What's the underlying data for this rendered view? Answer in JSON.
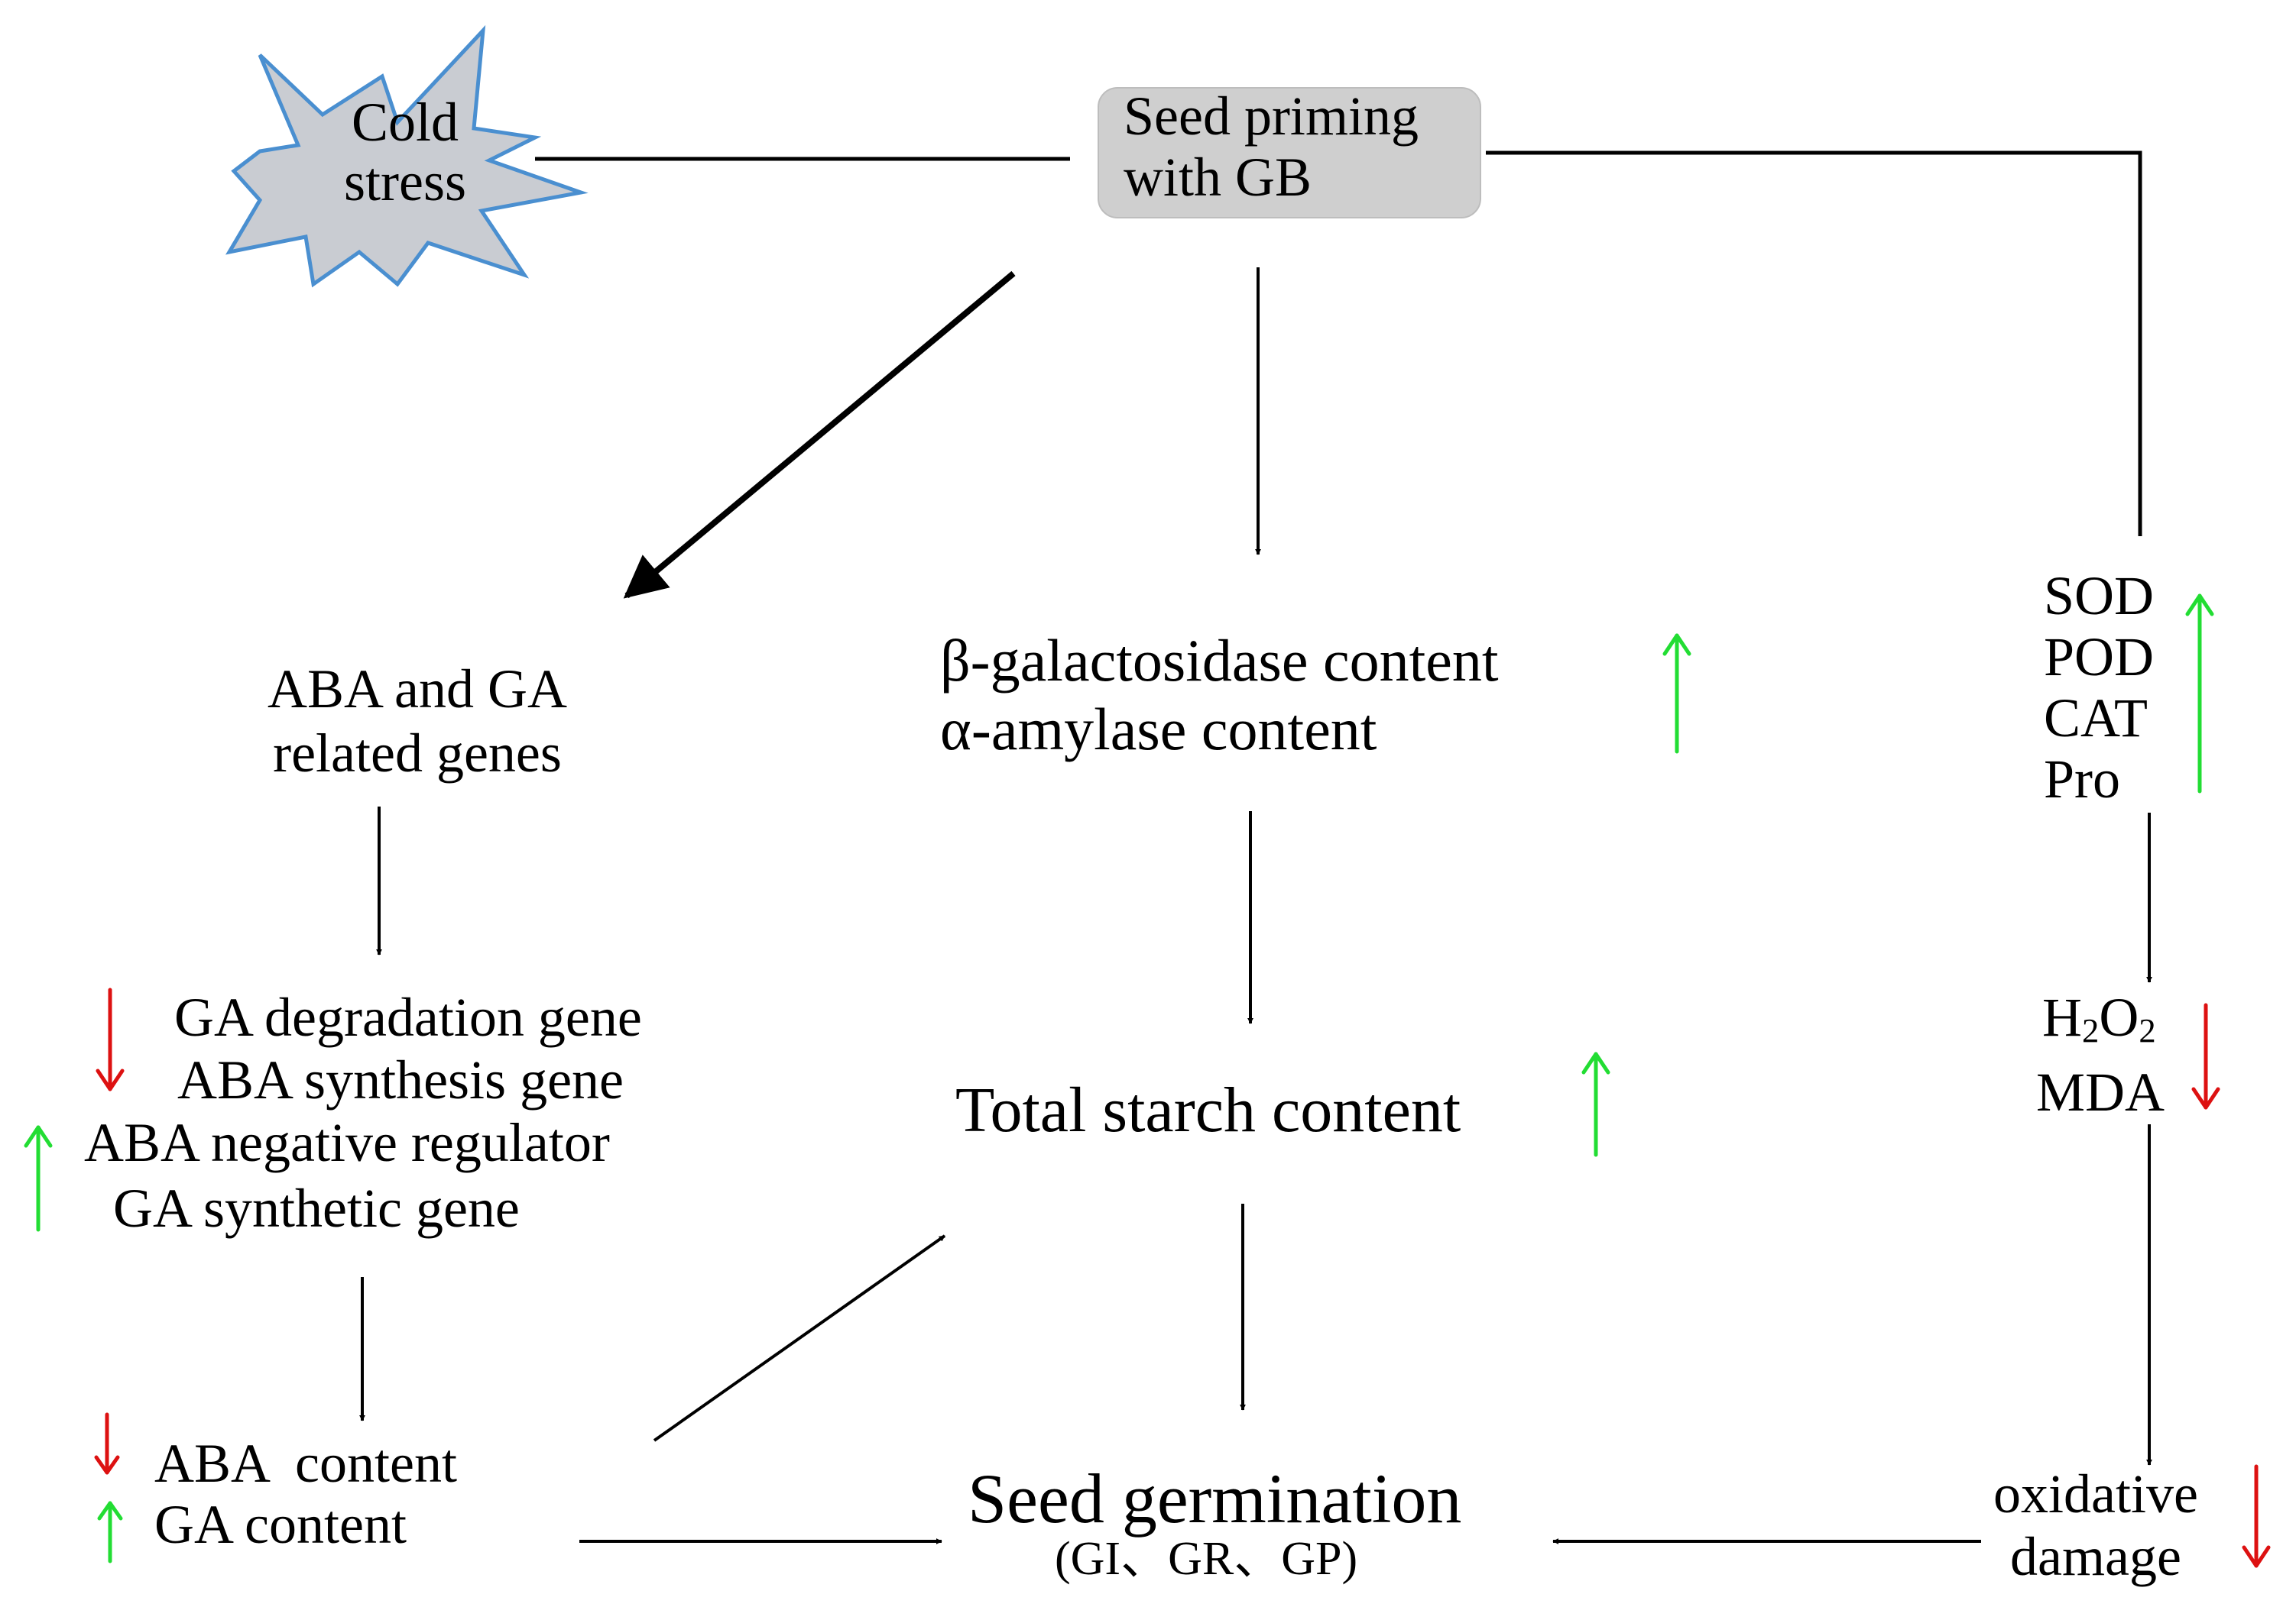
{
  "nodes": {
    "cold_stress": {
      "line1": "Cold",
      "line2": "stress"
    },
    "seed_priming": {
      "line1": "Seed priming",
      "line2": "with GB"
    },
    "aba_ga_genes": {
      "line1": "ABA and GA",
      "line2": "related genes"
    },
    "gene_changes": {
      "item1": "GA degradation gene",
      "item2": "ABA synthesis gene",
      "item3": "ABA negative regulator",
      "item4": "GA synthetic gene"
    },
    "hormone_content": {
      "item1": "ABA  content",
      "item2": "GA content"
    },
    "enzymes": {
      "item1": "β-galactosidase content",
      "item2": "α-amylase content"
    },
    "starch": {
      "label": "Total starch content"
    },
    "germination": {
      "label": "Seed germination",
      "sub": "(GI、GR、GP)"
    },
    "antioxidants": {
      "item1": "SOD",
      "item2": "POD",
      "item3": "CAT",
      "item4": "Pro"
    },
    "ros": {
      "h": "H",
      "sub2a": "2",
      "o": "O",
      "sub2b": "2",
      "mda": "MDA"
    },
    "oxidative": {
      "line1": "oxidative",
      "line2": "damage"
    }
  },
  "colors": {
    "increase": "#22dd33",
    "decrease": "#dd1111",
    "starburst_fill": "#c9ccd2",
    "starburst_stroke": "#4a8fd0",
    "box_fill": "#cfcfcf"
  }
}
